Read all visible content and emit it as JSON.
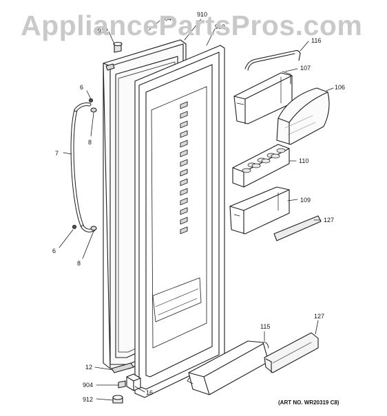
{
  "watermark": {
    "text": "AppliancePartsPros.com"
  },
  "art_number": "(ART NO. WR20319 C8)",
  "callouts": {
    "p904_top": "904",
    "p910": "910",
    "p913": "913",
    "p912_top": "912",
    "p116": "116",
    "p107": "107",
    "p106": "106",
    "p6_top": "6",
    "p8_top": "8",
    "p7": "7",
    "p110": "110",
    "p109": "109",
    "p127_mid": "127",
    "p6_bottom": "6",
    "p8_bottom": "8",
    "p115": "115",
    "p127_bottom": "127",
    "p12": "12",
    "p904_bottom": "904",
    "p16": "16",
    "p912_bottom": "912"
  },
  "colors": {
    "line": "#1a1a1a",
    "shade": "#d8d8d8",
    "watermark": "#c9c9c9"
  }
}
